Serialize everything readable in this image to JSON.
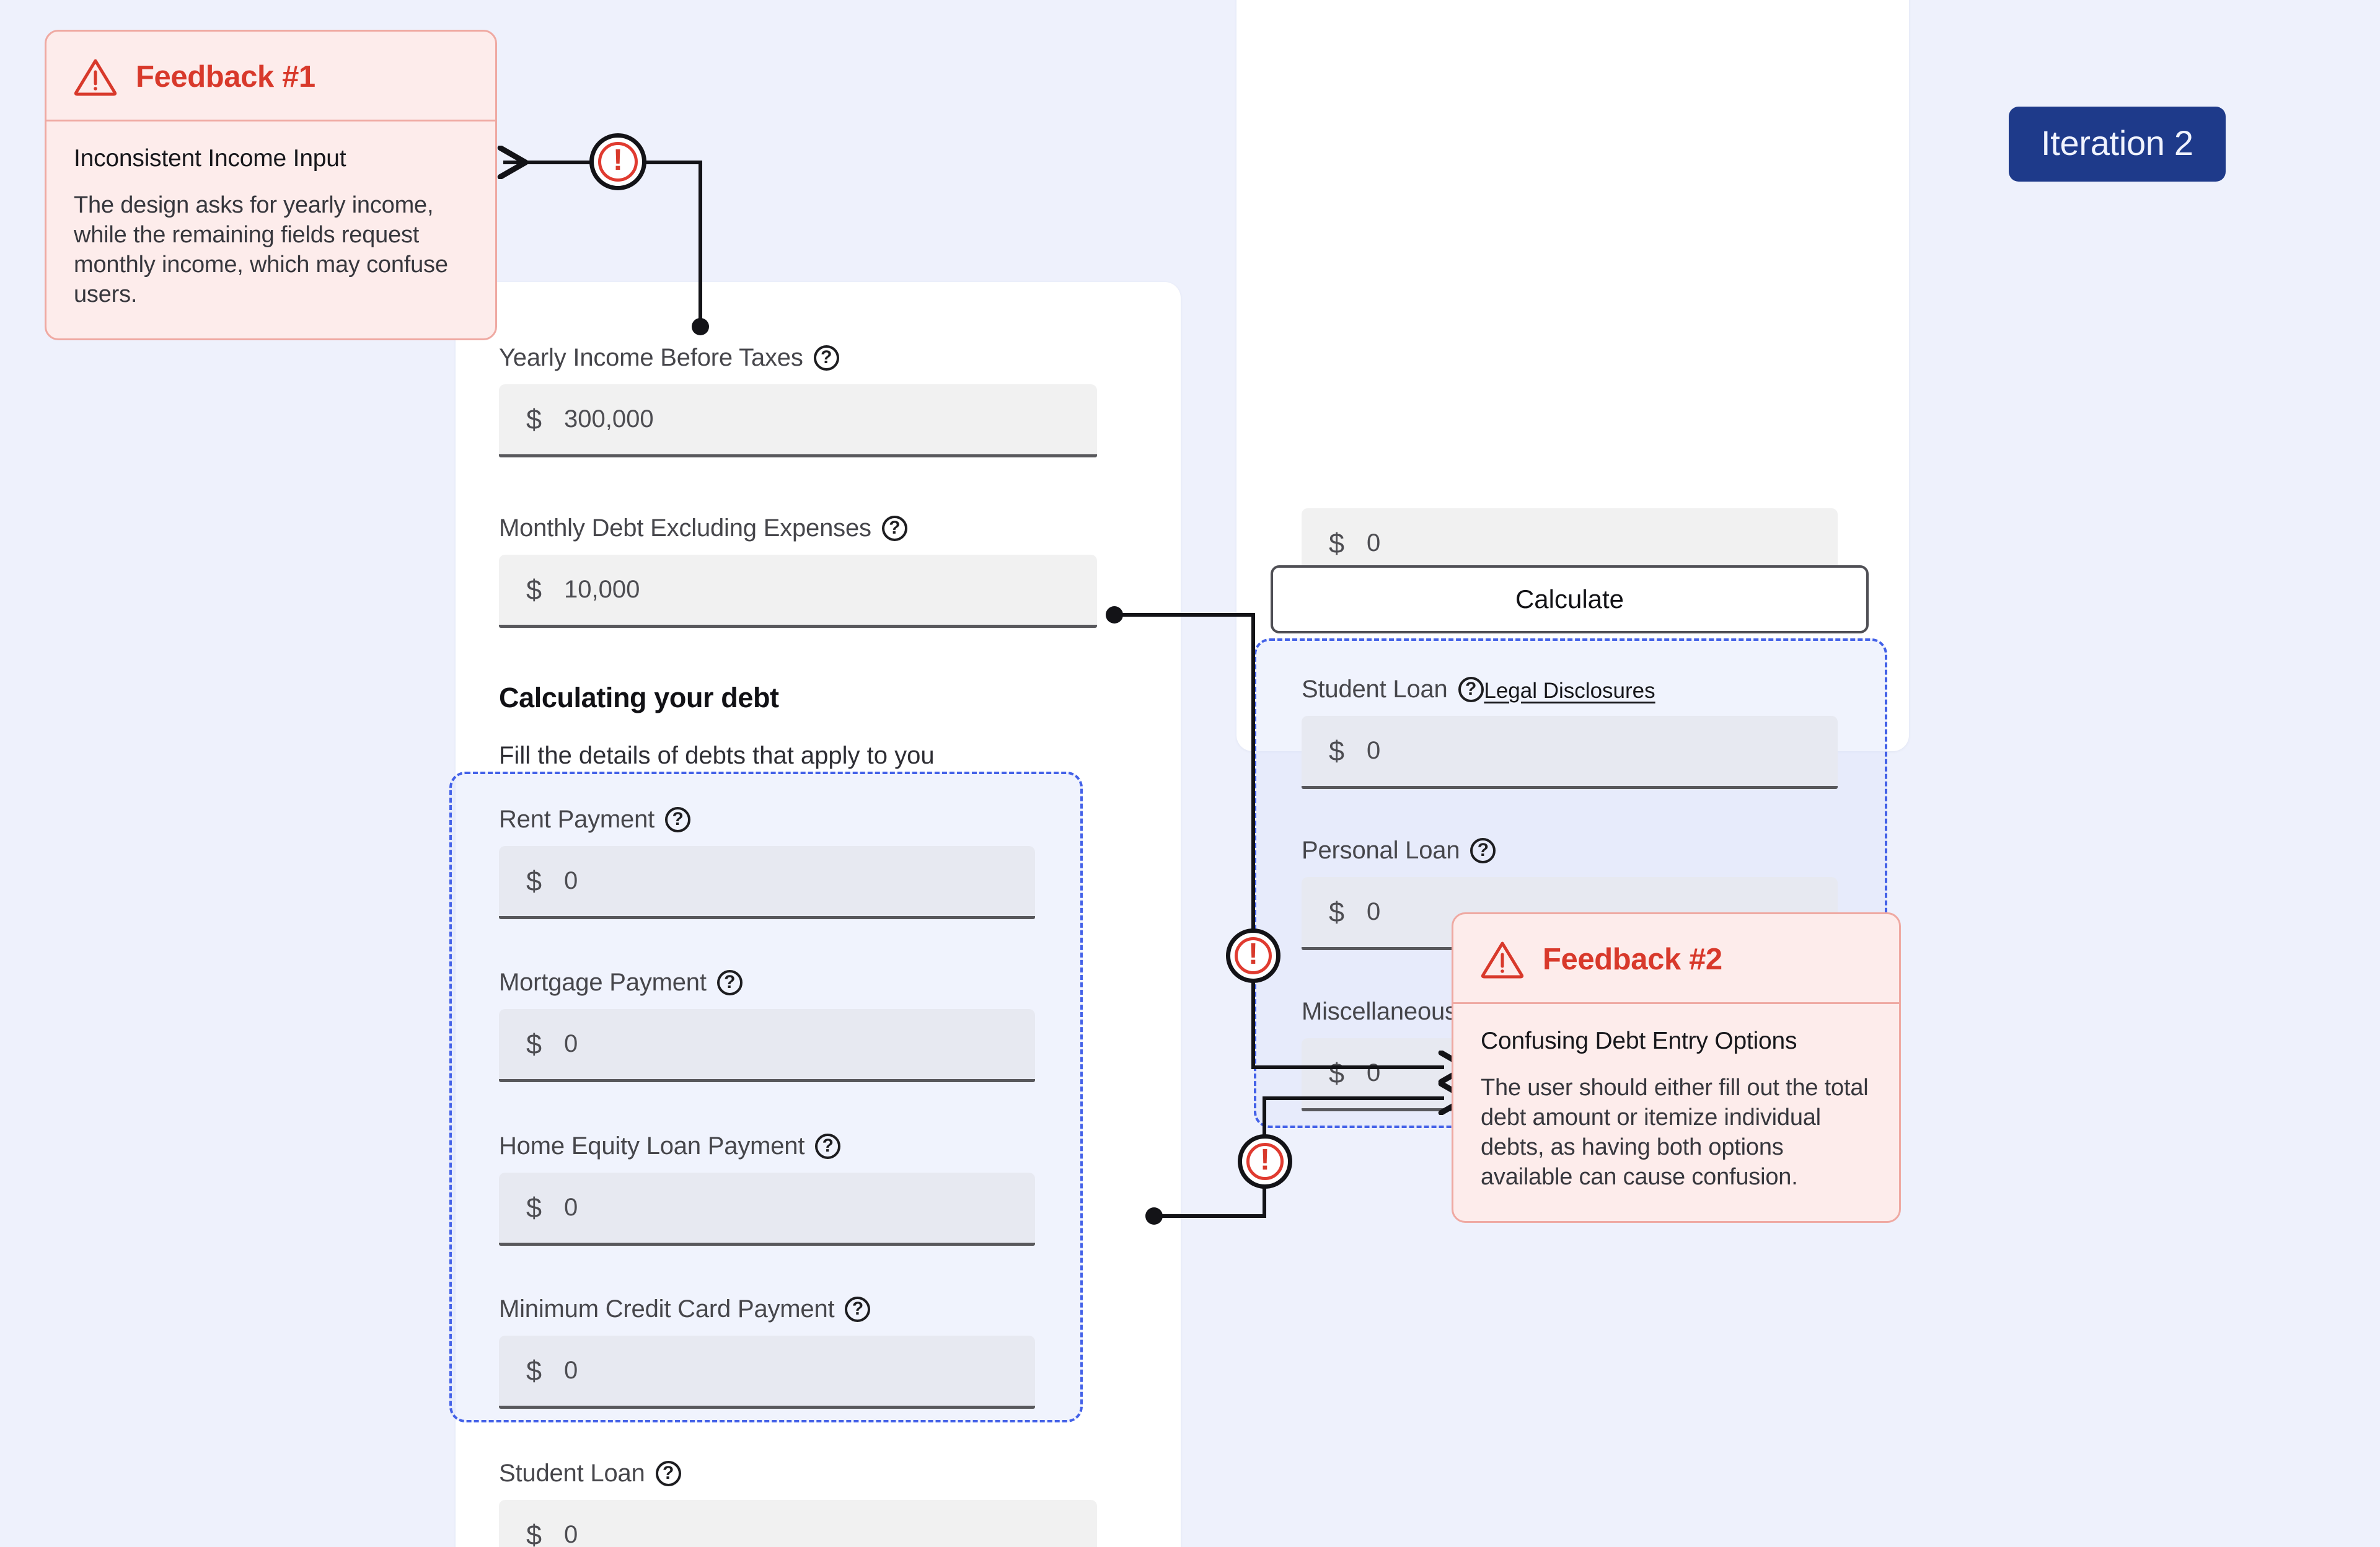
{
  "badge": {
    "label": "Iteration 2"
  },
  "left_card": {
    "fields_top": [
      {
        "label": "Yearly Income Before Taxes",
        "currency": "$",
        "value": "300,000",
        "help": "help-icon"
      },
      {
        "label": "Monthly Debt Excluding Expenses",
        "currency": "$",
        "value": "10,000",
        "help": "help-icon"
      }
    ],
    "section": {
      "title": "Calculating your debt",
      "subtitle": "Fill the details of debts that apply to you"
    },
    "grouped_fields": [
      {
        "label": "Rent Payment",
        "currency": "$",
        "value": "0",
        "help": "help-icon"
      },
      {
        "label": "Mortgage Payment",
        "currency": "$",
        "value": "0",
        "help": "help-icon"
      },
      {
        "label": "Home Equity Loan Payment",
        "currency": "$",
        "value": "0",
        "help": "help-icon"
      },
      {
        "label": "Minimum Credit Card Payment",
        "currency": "$",
        "value": "0",
        "help": "help-icon"
      }
    ],
    "fields_bottom": [
      {
        "label": "Student Loan",
        "currency": "$",
        "value": "0",
        "help": "help-icon"
      }
    ]
  },
  "right_card": {
    "partial_field": {
      "currency": "$",
      "value": "0"
    },
    "grouped_fields": [
      {
        "label": "Student Loan",
        "currency": "$",
        "value": "0",
        "help": "help-icon"
      },
      {
        "label": "Personal Loan",
        "currency": "$",
        "value": "0",
        "help": "help-icon"
      },
      {
        "label": "Miscellaneous Debts",
        "currency": "$",
        "value": "0",
        "help": "help-icon"
      }
    ],
    "calculate_label": "Calculate",
    "legal_label": "Legal Disclosures"
  },
  "feedback": [
    {
      "title": "Feedback #1",
      "subtitle": "Inconsistent Income Input",
      "text": "The design asks for yearly income, while the remaining fields request monthly income, which may confuse users.",
      "icon": "warning-triangle-icon"
    },
    {
      "title": "Feedback #2",
      "subtitle": "Confusing Debt Entry Options",
      "text": "The user should either fill out the total debt amount or itemize individual debts, as having both options available can cause confusion.",
      "icon": "warning-triangle-icon"
    }
  ],
  "markers": [
    {
      "glyph": "!",
      "name": "annotation-marker-1"
    },
    {
      "glyph": "!",
      "name": "annotation-marker-2"
    },
    {
      "glyph": "!",
      "name": "annotation-marker-3"
    }
  ],
  "colors": {
    "page_background": "#eef1fc",
    "card_background": "#ffffff",
    "accent_blue": "#1e3a8a",
    "dashed_border": "#4361e8",
    "feedback_red": "#d8392b",
    "feedback_bg": "#fdeceb",
    "input_fill": "#f1f1f1",
    "connector": "#131317"
  }
}
